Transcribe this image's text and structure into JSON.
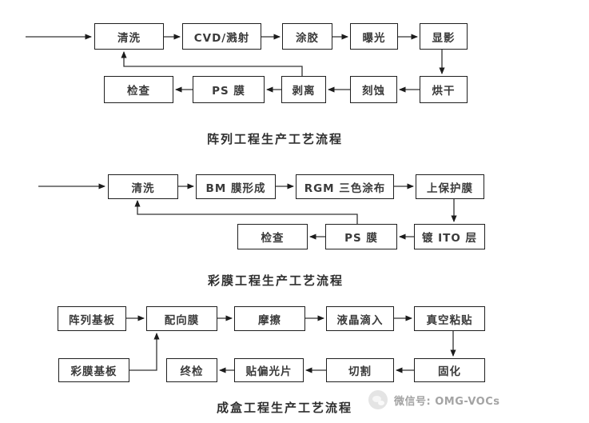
{
  "charts": [
    {
      "title": "阵列工程生产工艺流程",
      "nodes": [
        {
          "id": "qingxi",
          "label": "清洗"
        },
        {
          "id": "cvd",
          "label": "CVD/溅射"
        },
        {
          "id": "tujiao",
          "label": "涂胶"
        },
        {
          "id": "baoguang",
          "label": "曝光"
        },
        {
          "id": "xianying",
          "label": "显影"
        },
        {
          "id": "honggan",
          "label": "烘干"
        },
        {
          "id": "keshi",
          "label": "刻蚀"
        },
        {
          "id": "boli",
          "label": "剥离"
        },
        {
          "id": "ps-mo",
          "label": "PS 膜"
        },
        {
          "id": "jiancha",
          "label": "检查"
        }
      ],
      "edges": [
        "清洗→CVD/溅射",
        "CVD/溅射→涂胶",
        "涂胶→曝光",
        "曝光→显影",
        "显影→烘干",
        "烘干→刻蚀",
        "刻蚀→剥离",
        "剥离→PS 膜",
        "PS 膜→检查",
        "剥离→清洗"
      ]
    },
    {
      "title": "彩膜工程生产工艺流程",
      "nodes": [
        {
          "id": "qingxi",
          "label": "清洗"
        },
        {
          "id": "bm-mo",
          "label": "BM 膜形成"
        },
        {
          "id": "rgm",
          "label": "RGM 三色涂布"
        },
        {
          "id": "baohu-mo",
          "label": "上保护膜"
        },
        {
          "id": "du-ito",
          "label": "镀 ITO 层"
        },
        {
          "id": "ps-mo",
          "label": "PS 膜"
        },
        {
          "id": "jiancha",
          "label": "检查"
        }
      ],
      "edges": [
        "清洗→BM 膜形成",
        "BM 膜形成→RGM 三色涂布",
        "RGM 三色涂布→上保护膜",
        "上保护膜→镀 ITO 层",
        "镀 ITO 层→PS 膜",
        "PS 膜→检查",
        "PS 膜→清洗"
      ]
    },
    {
      "title": "成盒工程生产工艺流程",
      "nodes": [
        {
          "id": "zhenlie-jiban",
          "label": "阵列基板"
        },
        {
          "id": "peixiang-mo",
          "label": "配向膜"
        },
        {
          "id": "moca",
          "label": "摩擦"
        },
        {
          "id": "yejing-diru",
          "label": "液晶滴入"
        },
        {
          "id": "zhenkong",
          "label": "真空粘贴"
        },
        {
          "id": "guhua",
          "label": "固化"
        },
        {
          "id": "qiege",
          "label": "切割"
        },
        {
          "id": "tie-pianguang",
          "label": "贴偏光片"
        },
        {
          "id": "zhongjian",
          "label": "终检"
        },
        {
          "id": "caimo-jiban",
          "label": "彩膜基板"
        }
      ],
      "edges": [
        "阵列基板→配向膜",
        "配向膜→摩擦",
        "摩擦→液晶滴入",
        "液晶滴入→真空粘贴",
        "真空粘贴→固化",
        "固化→切割",
        "切割→贴偏光片",
        "贴偏光片→终检",
        "彩膜基板→配向膜"
      ]
    }
  ],
  "footer": {
    "wechat_icon": "wechat-icon",
    "wechat_label": "微信号: OMG-VOCs"
  },
  "colors": {
    "line": "#333333",
    "box_border": "#1f1f1f",
    "text": "#3a3a3a",
    "footer_text": "#a4a4a4"
  }
}
